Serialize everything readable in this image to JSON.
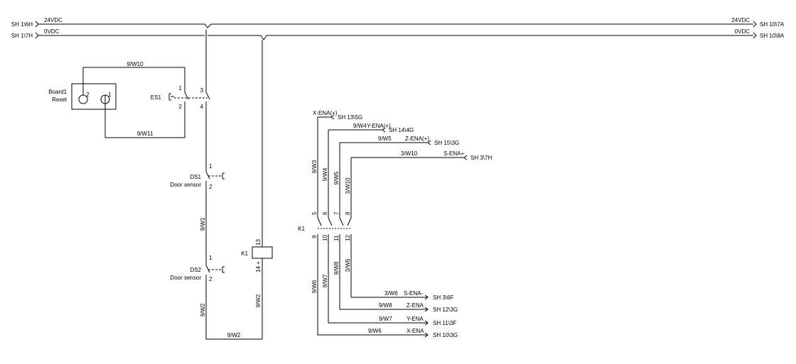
{
  "rails": {
    "top": {
      "ref_left": "SH 1\\6H",
      "voltage_left": "24VDC",
      "voltage_right": "24VDC",
      "ref_right": "SH 10\\7A"
    },
    "bottom": {
      "ref_left": "SH 1\\7H",
      "voltage_left": "0VDC",
      "voltage_right": "0VDC",
      "ref_right": "SH 10\\8A"
    }
  },
  "board": {
    "name": "Board1",
    "sub": "Reset",
    "pin_left": "2",
    "pin_right": "1"
  },
  "es1": {
    "label": "ES1",
    "pins": [
      "1",
      "2",
      "3",
      "4"
    ]
  },
  "ds1": {
    "label": "DS1",
    "desc": "Door sensor",
    "pins": [
      "1",
      "2"
    ]
  },
  "ds2": {
    "label": "DS2",
    "desc": "Door sensor",
    "pins": [
      "1",
      "2"
    ]
  },
  "k1_coil": {
    "label": "K1",
    "pin_top": "13",
    "pin_bottom": "14 +"
  },
  "k1_contacts": {
    "label": "K1",
    "top_pins": [
      "5",
      "6",
      "7",
      "8"
    ],
    "bottom_pins": [
      "9",
      "10",
      "11",
      "12"
    ]
  },
  "wires": {
    "w10_top": "9/W10",
    "w11": "9/W11",
    "w1": "9/W1",
    "w2_left": "9/W2",
    "w2_right": "9/W2",
    "w2_bottom": "9/W2",
    "w3": "9/W3",
    "w4": "9/W4",
    "w5": "9/W5",
    "w10": "3/W10",
    "w6_v": "9/W6",
    "w7_v": "9/W7",
    "w8_v": "9/W8",
    "w6_3v": "3/W6"
  },
  "signals": [
    {
      "wire": "",
      "name": "X-ENA(+)",
      "ref": "SH 13\\5G"
    },
    {
      "wire": "9/W4",
      "name": "Y-ENA(+)",
      "ref": "SH 14\\4G"
    },
    {
      "wire": "9/W5",
      "name": "Z-ENA(+)",
      "ref": "SH 15\\3G"
    },
    {
      "wire": "3/W10",
      "name": "S-ENA+",
      "ref": "SH 3\\7H"
    },
    {
      "wire": "3/W6",
      "name": "S-ENA-",
      "ref": "SH 3\\6F"
    },
    {
      "wire": "9/W8",
      "name": "Z-ENA",
      "ref": "SH 12\\3G"
    },
    {
      "wire": "9/W7",
      "name": "Y-ENA",
      "ref": "SH 11\\3F"
    },
    {
      "wire": "9/W6",
      "name": "X-ENA",
      "ref": "SH 10\\3G"
    }
  ]
}
